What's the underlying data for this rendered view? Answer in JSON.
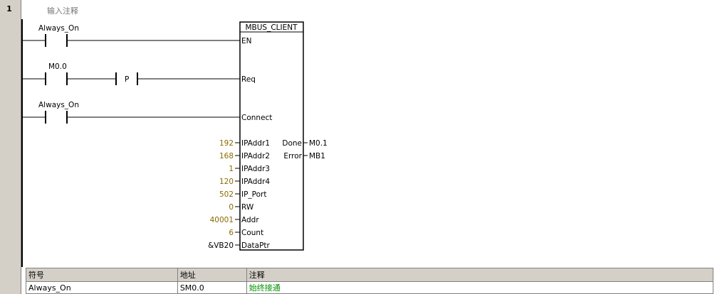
{
  "network": {
    "number": "1",
    "comment_placeholder": "输入注释"
  },
  "rungs": [
    {
      "contact": "Always_On"
    },
    {
      "contact": "M0.0",
      "edge": "P"
    },
    {
      "contact": "Always_On"
    }
  ],
  "block": {
    "title": "MBUS_CLIENT",
    "inputs": [
      {
        "pin": "EN",
        "value": ""
      },
      {
        "pin": "Req",
        "value": ""
      },
      {
        "pin": "Connect",
        "value": ""
      },
      {
        "pin": "IPAddr1",
        "value": "192"
      },
      {
        "pin": "IPAddr2",
        "value": "168"
      },
      {
        "pin": "IPAddr3",
        "value": "1"
      },
      {
        "pin": "IPAddr4",
        "value": "120"
      },
      {
        "pin": "IP_Port",
        "value": "502"
      },
      {
        "pin": "RW",
        "value": "0"
      },
      {
        "pin": "Addr",
        "value": "40001"
      },
      {
        "pin": "Count",
        "value": "6"
      },
      {
        "pin": "DataPtr",
        "value": "&VB20"
      }
    ],
    "outputs": [
      {
        "pin": "Done",
        "value": "M0.1"
      },
      {
        "pin": "Error",
        "value": "MB1"
      }
    ]
  },
  "symbol_table": {
    "headers": [
      "符号",
      "地址",
      "注释"
    ],
    "rows": [
      [
        "Always_On",
        "SM0.0",
        "始终接通"
      ]
    ]
  }
}
